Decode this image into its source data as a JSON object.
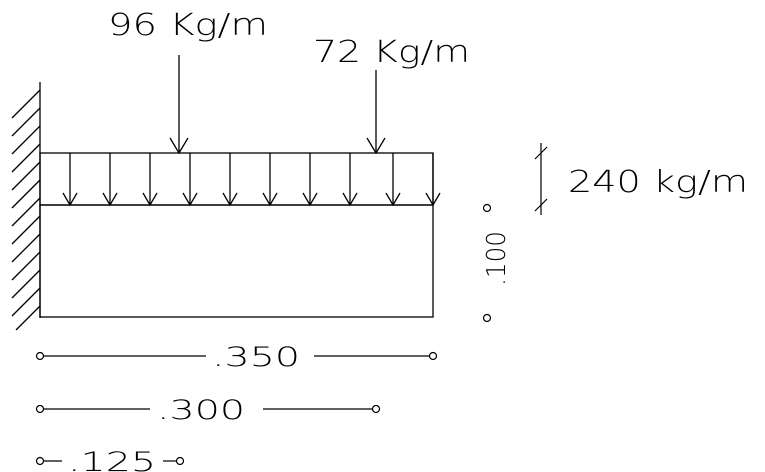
{
  "diagram": {
    "loads": {
      "point_load_1": "96 Kg/m",
      "point_load_2": "72 Kg/m",
      "distributed_load": "240 kg/m"
    },
    "dimensions": {
      "height": ".100",
      "length_total": ".350",
      "length_300": ".300",
      "length_125": ".125"
    }
  }
}
